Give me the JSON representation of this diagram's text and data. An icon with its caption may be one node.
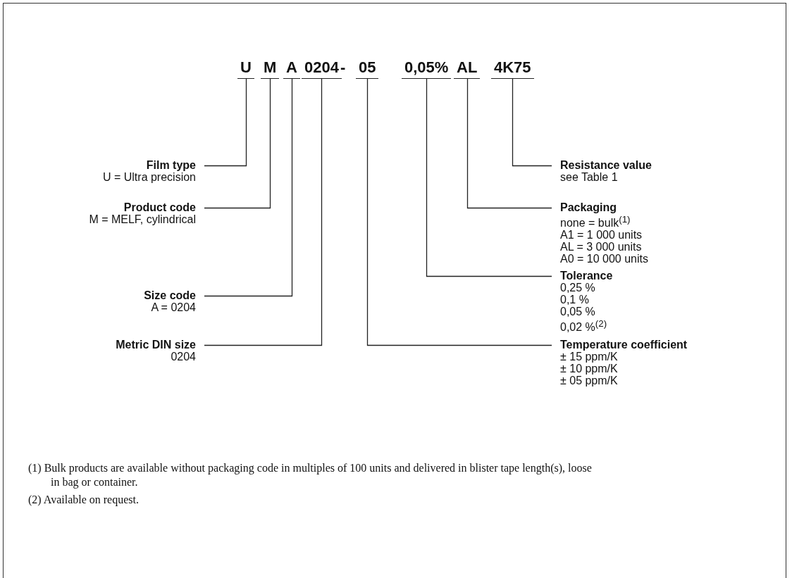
{
  "diagram": {
    "nodes": [
      {
        "text": [
          "U"
        ]
      },
      {
        "text": [
          "M"
        ]
      },
      {
        "text": [
          "A"
        ]
      },
      {
        "text": [
          "0204"
        ]
      },
      {
        "text": [
          "05"
        ]
      },
      {
        "text": [
          "0,05%"
        ]
      },
      {
        "text": [
          "AL"
        ]
      },
      {
        "text": [
          "4K75"
        ]
      },
      {
        "text": [
          "Film type",
          "U = Ultra precision"
        ]
      },
      {
        "text": [
          "Resistance value",
          "see Table 1"
        ]
      },
      {
        "text": [
          "Product code",
          "M = MELF, cylindrical"
        ]
      },
      {
        "text": [
          "Packaging",
          "none = bulk$^{(1)}$",
          "A1 = 1 000 units",
          "AL = 3 000 units",
          "A0 = 10 000 units"
        ]
      },
      {
        "text": [
          "Size code",
          "A = 0204"
        ]
      },
      {
        "text": [
          "Tolerance",
          "0,25 %",
          "0,1 %",
          "0,05 %",
          "0,02 %$^{(2)}$"
        ]
      },
      {
        "text": [
          "Metric DIN size",
          "0204"
        ]
      },
      {
        "text": [
          "Temperature coefficient",
          "± 15 ppm/K",
          "± 10 ppm/K",
          "± 05 ppm/K"
        ]
      }
    ],
    "edges": [
      {
        "from": 8,
        "to": 0,
        "arrow": "none"
      },
      {
        "from": 9,
        "to": 7,
        "arrow": "none"
      },
      {
        "from": 10,
        "to": 1,
        "arrow": "none"
      },
      {
        "from": 11,
        "to": 6,
        "arrow": "none"
      },
      {
        "from": 12,
        "to": 2,
        "arrow": "none"
      },
      {
        "from": 13,
        "to": 5,
        "arrow": "none"
      },
      {
        "from": 14,
        "to": 3,
        "arrow": "none"
      },
      {
        "from": 15,
        "to": 4,
        "arrow": "none"
      }
    ],
    "labels": [
      "-",
      "(1) Bulk products are available without packaging code in multiples of 100 units and delivered in blister tape length(s), loose in bag or container.",
      "(2) Available on request."
    ]
  }
}
